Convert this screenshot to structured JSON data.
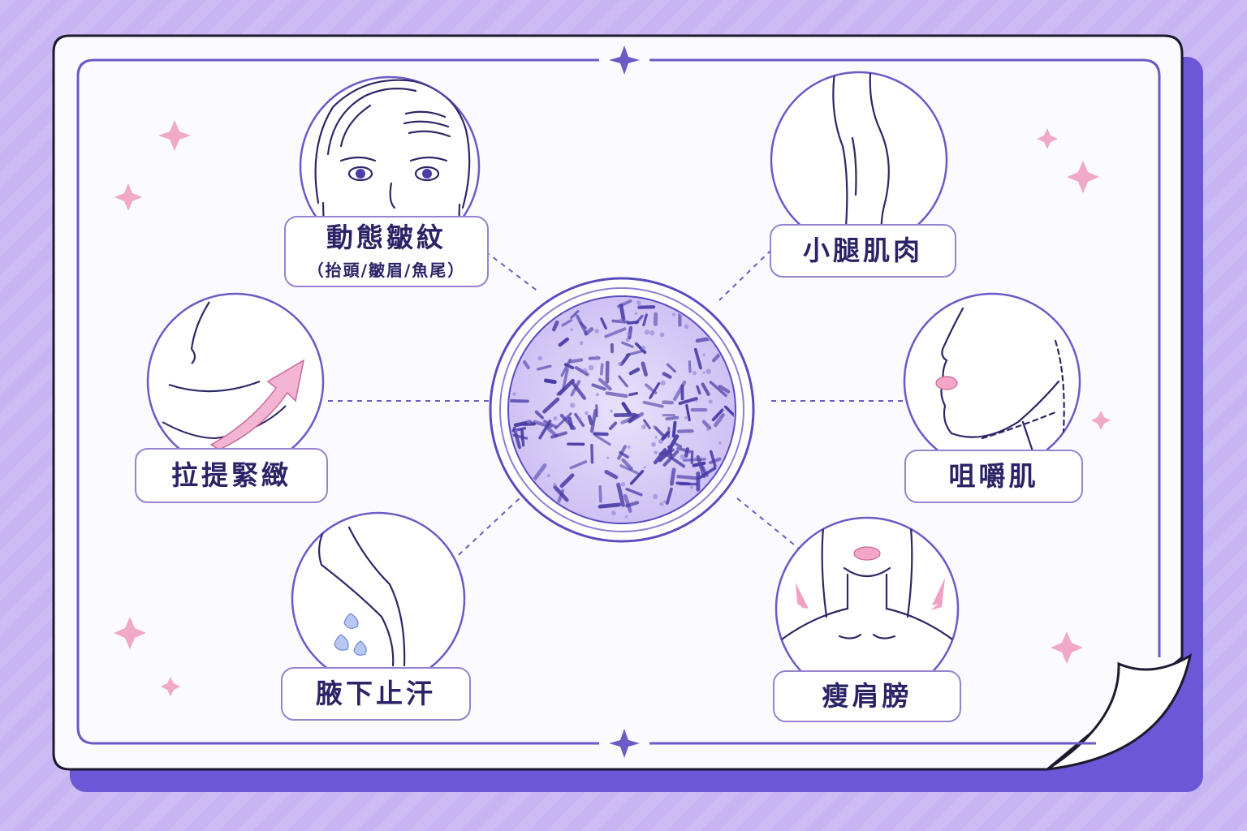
{
  "labels": {
    "wrinkles": {
      "main": "動態皺紋",
      "sub": "（抬頭/皺眉/魚尾）"
    },
    "calf": {
      "main": "小腿肌肉"
    },
    "lift": {
      "main": "拉提緊緻"
    },
    "masseter": {
      "main": "咀嚼肌"
    },
    "armpit": {
      "main": "腋下止汗"
    },
    "shoulder": {
      "main": "瘦肩膀"
    }
  },
  "icons": {
    "center": "bacteria-microscope-icon",
    "wrinkles": "forehead-face-icon",
    "calf": "calf-leg-icon",
    "lift": "jawline-lift-arrow-icon",
    "masseter": "jaw-profile-icon",
    "armpit": "armpit-sweat-drops-icon",
    "shoulder": "neck-shoulder-icon"
  },
  "colors": {
    "background": "#c7b5f3",
    "card_shadow": "#6c57d6",
    "frame": "#6a5bc6",
    "label_text": "#2a2466",
    "accent_pink": "#f0a9c9",
    "bacteria": "#4b3ea8"
  }
}
